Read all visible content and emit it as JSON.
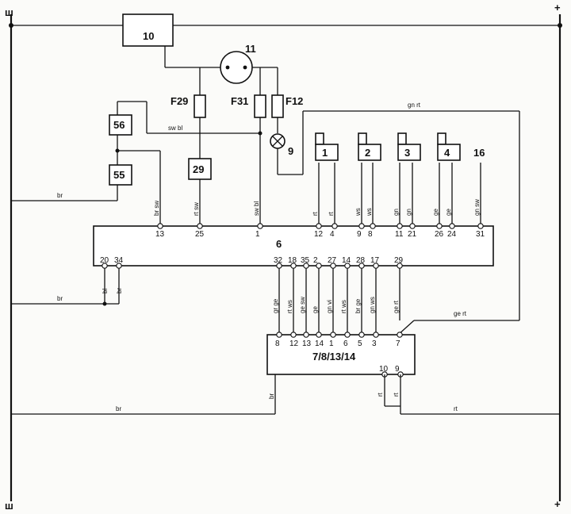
{
  "rails": {
    "ground_top": "ш",
    "ground_bottom": "ш",
    "plus_top": "+",
    "plus_bottom": "+"
  },
  "components": {
    "relay_10": "10",
    "motor_11": "11",
    "fuse_f29": "F29",
    "fuse_f31": "F31",
    "fuse_f12": "F12",
    "lamp_9": "9",
    "comp_56": "56",
    "comp_55": "55",
    "comp_29": "29",
    "injector_1": "1",
    "injector_2": "2",
    "injector_3": "3",
    "injector_4": "4",
    "conn_16": "16",
    "ecu_6": "6",
    "block_7_8_13_14": "7/8/13/14"
  },
  "ecu_top_pins": [
    "13",
    "25",
    "1",
    "12",
    "4",
    "9",
    "8",
    "11",
    "21",
    "26",
    "24",
    "31"
  ],
  "ecu_top_wires": [
    "br sw",
    "rt sw",
    "sw bl",
    "rt",
    "rt",
    "ws",
    "ws",
    "gn",
    "gn",
    "ge",
    "ge",
    "gn sw"
  ],
  "ecu_left_pins": [
    "20",
    "34"
  ],
  "ecu_left_wires": [
    "bl",
    "br"
  ],
  "ecu_bottom_pins": [
    "32",
    "18",
    "35",
    "2",
    "27",
    "14",
    "28",
    "17",
    "29"
  ],
  "block_top_pins": [
    "8",
    "12",
    "13",
    "14",
    "1",
    "6",
    "5",
    "3",
    "7"
  ],
  "block_top_wires": [
    "gr ge",
    "rt ws",
    "ge sw",
    "ge",
    "gn vi",
    "rt ws",
    "br ge",
    "gn ws",
    "ge rt"
  ],
  "block_right_pins": [
    "10",
    "9"
  ],
  "block_right_wires": [
    "rt",
    "rt"
  ],
  "wire_labels": {
    "sw_bl": "sw bl",
    "gn_rt": "gn rt",
    "ge_rt": "ge rt",
    "br_left_upper": "br",
    "br_left_lower": "br",
    "br_bottom": "br",
    "rt_bottom": "rt"
  }
}
